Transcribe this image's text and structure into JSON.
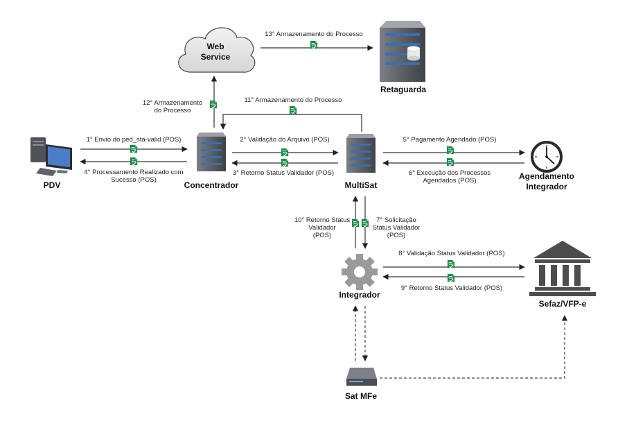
{
  "nodes": {
    "pdv": "PDV",
    "concentrador": "Concentrador",
    "multisat": "MultiSat",
    "agendamento": [
      "Agendamento",
      "Integrador"
    ],
    "webservice": [
      "Web",
      "Service"
    ],
    "retaguarda": "Retaguarda",
    "integrador": "Integrador",
    "sefaz": "Sefaz/VFP-e",
    "satmfe": "Sat MFe"
  },
  "steps": {
    "s1": [
      "1° Envio do ped_sta-valid (POS)"
    ],
    "s2": [
      "2° Validação do Arquivo (POS)"
    ],
    "s3": [
      "3° Retorno Status Validador (POS)"
    ],
    "s4": [
      "4° Processamento Realizado com",
      "Sucesso (POS)"
    ],
    "s5": [
      "5° Pagamento Agendado (POS)"
    ],
    "s6": [
      "6° Execução dos Processos",
      "Agendados (POS)"
    ],
    "s7": [
      "7° Solicitação",
      "Status Validador",
      "(POS)"
    ],
    "s8": [
      "8° Validação Status Validador (POS)"
    ],
    "s9": [
      "9° Retorno Status Validador (POS)"
    ],
    "s10": [
      "10° Retorno Status",
      "Validador",
      "(POS)"
    ],
    "s11": [
      "11° Armazenamento do Processo"
    ],
    "s12": [
      "12° Armazenamento",
      "do Processo"
    ],
    "s13": [
      "13° Armazenamento do Processo"
    ]
  },
  "colors": {
    "doc_icon": "#1e8a4c",
    "line": "#333333",
    "server_body": "#5a5d62",
    "server_stripe": "#3a6fb0",
    "cloud_fill": "#e6e6e6",
    "gear": "#9a9a9a",
    "bank": "#4d4d4d"
  }
}
